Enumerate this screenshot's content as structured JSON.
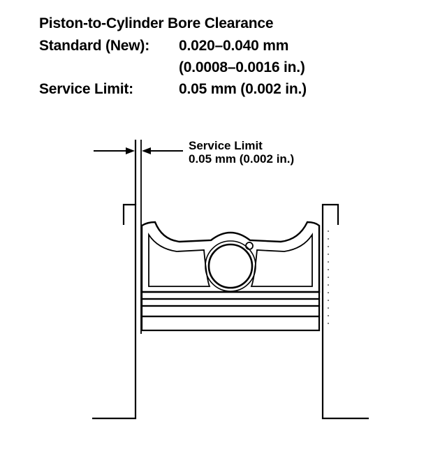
{
  "spec": {
    "title": "Piston-to-Cylinder Bore Clearance",
    "standard_label": "Standard (New):",
    "standard_metric": "0.020–0.040 mm",
    "standard_imperial": "(0.0008–0.0016 in.)",
    "service_label": "Service Limit:",
    "service_value": "0.05 mm (0.002 in.)"
  },
  "diagram": {
    "callout_label": "Service Limit",
    "callout_value": "0.05 mm (0.002 in.)"
  }
}
